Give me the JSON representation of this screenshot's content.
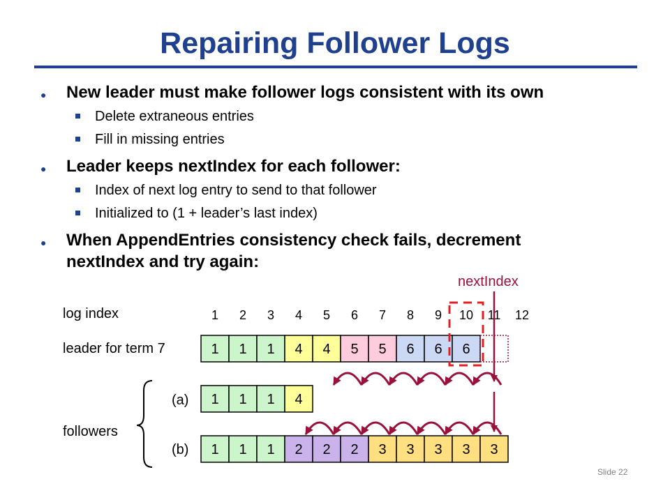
{
  "title": "Repairing Follower Logs",
  "bullets": [
    {
      "text": "New leader must make follower logs consistent with its own",
      "subs": [
        "Delete extraneous entries",
        "Fill in missing entries"
      ]
    },
    {
      "text": "Leader keeps nextIndex for each follower:",
      "subs": [
        "Index of next log entry to send to that follower",
        "Initialized to (1 + leader’s last index)"
      ]
    },
    {
      "text_line1": "When AppendEntries consistency check fails, decrement",
      "text_line2": "nextIndex and try again:"
    }
  ],
  "diagram": {
    "next_index_label": "nextIndex",
    "log_index_label": "log index",
    "indices": [
      "1",
      "2",
      "3",
      "4",
      "5",
      "6",
      "7",
      "8",
      "9",
      "10",
      "11",
      "12"
    ],
    "leader_label": "leader for term 7",
    "leader_entries": [
      "1",
      "1",
      "1",
      "4",
      "4",
      "5",
      "5",
      "6",
      "6",
      "6"
    ],
    "followers_label": "followers",
    "follower_a_label": "(a)",
    "follower_a_entries": [
      "1",
      "1",
      "1",
      "4"
    ],
    "follower_b_label": "(b)",
    "follower_b_entries": [
      "1",
      "1",
      "1",
      "2",
      "2",
      "2",
      "3",
      "3",
      "3",
      "3",
      "3"
    ],
    "term_colors": {
      "1": "#ccf5cc",
      "2": "#c9b3ea",
      "3": "#ffdf80",
      "4": "#ffff99",
      "5": "#ffccdd",
      "6": "#ccd9f5"
    },
    "arrow_color": "#99103a",
    "highlight_color": "#e02020"
  },
  "slide_number": "Slide 22"
}
